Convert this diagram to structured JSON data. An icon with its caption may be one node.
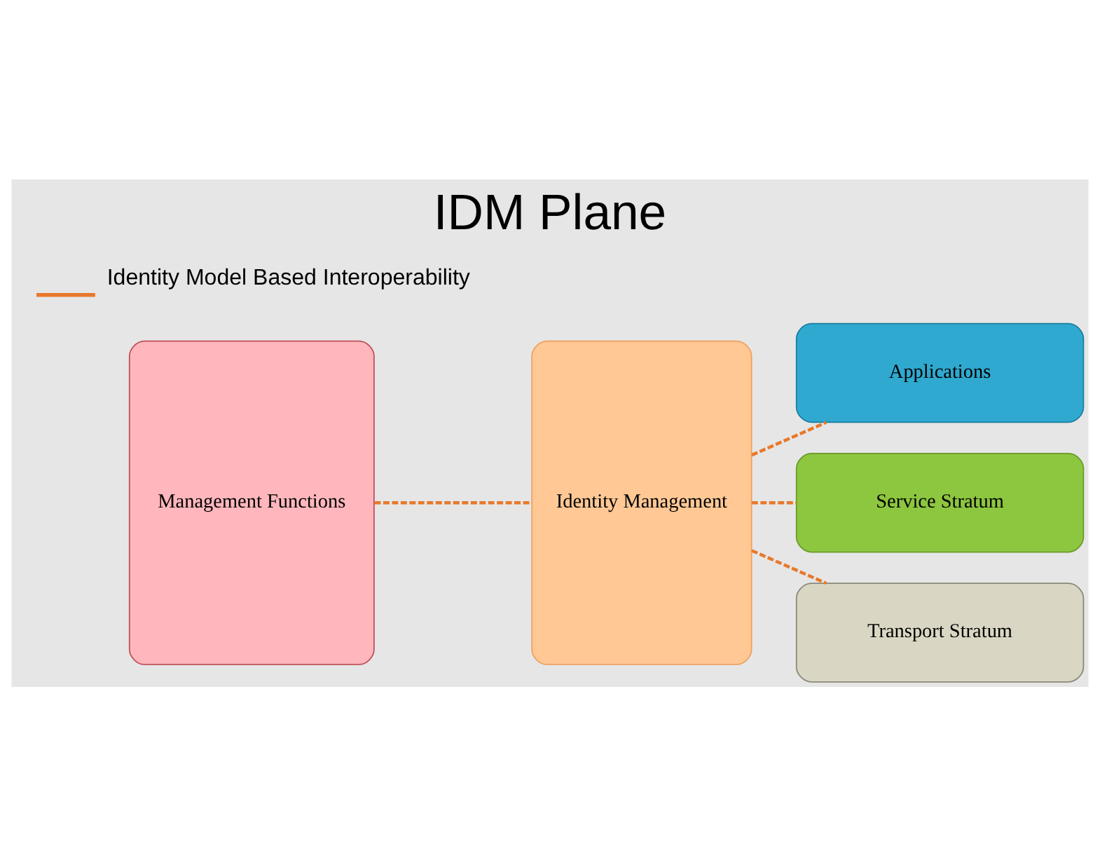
{
  "diagram": {
    "title": "IDM Plane",
    "nodes": [
      {
        "text": [
          "Management Functions"
        ]
      },
      {
        "text": [
          "Identity Management"
        ]
      },
      {
        "text": [
          "Applications"
        ]
      },
      {
        "text": [
          "Service Stratum"
        ]
      },
      {
        "text": [
          "Transport Stratum"
        ]
      }
    ],
    "edges": [
      {
        "from": 0,
        "to": 1,
        "arrow": "none",
        "style": "dashed"
      },
      {
        "from": 1,
        "to": 2,
        "arrow": "none",
        "style": "dashed"
      },
      {
        "from": 1,
        "to": 3,
        "arrow": "none",
        "style": "dashed"
      },
      {
        "from": 1,
        "to": 4,
        "arrow": "none",
        "style": "dashed"
      }
    ],
    "legend": [
      {
        "text": "Identity Model Based Interoperability"
      }
    ]
  }
}
